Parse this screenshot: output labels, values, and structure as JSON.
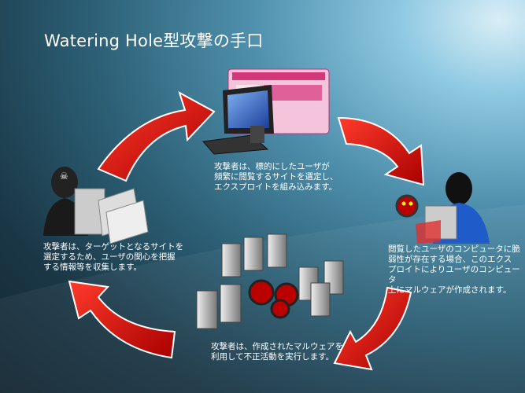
{
  "title": "Watering Hole型攻撃の手口",
  "steps": [
    {
      "id": "research",
      "text": "攻撃者は、ターゲットとなるサイトを\n選定するため、ユーザの関心を把握\nする情報等を収集します。"
    },
    {
      "id": "compromise",
      "text": "攻撃者は、標的にしたユーザが\n頻繁に閲覧するサイトを選定し、\nエクスプロイトを組み込みます。"
    },
    {
      "id": "infect",
      "text": "閲覧したユーザのコンピュータに脆\n弱性が存在する場合、このエクス\nプロイトによりユーザのコンピュータ\n上にマルウェアが作成されます。"
    },
    {
      "id": "exploit",
      "text": "攻撃者は、作成されたマルウェアを\n利用して不正活動を実行します。"
    }
  ],
  "colors": {
    "arrow": "#d40a0a",
    "text": "#ffffff"
  }
}
